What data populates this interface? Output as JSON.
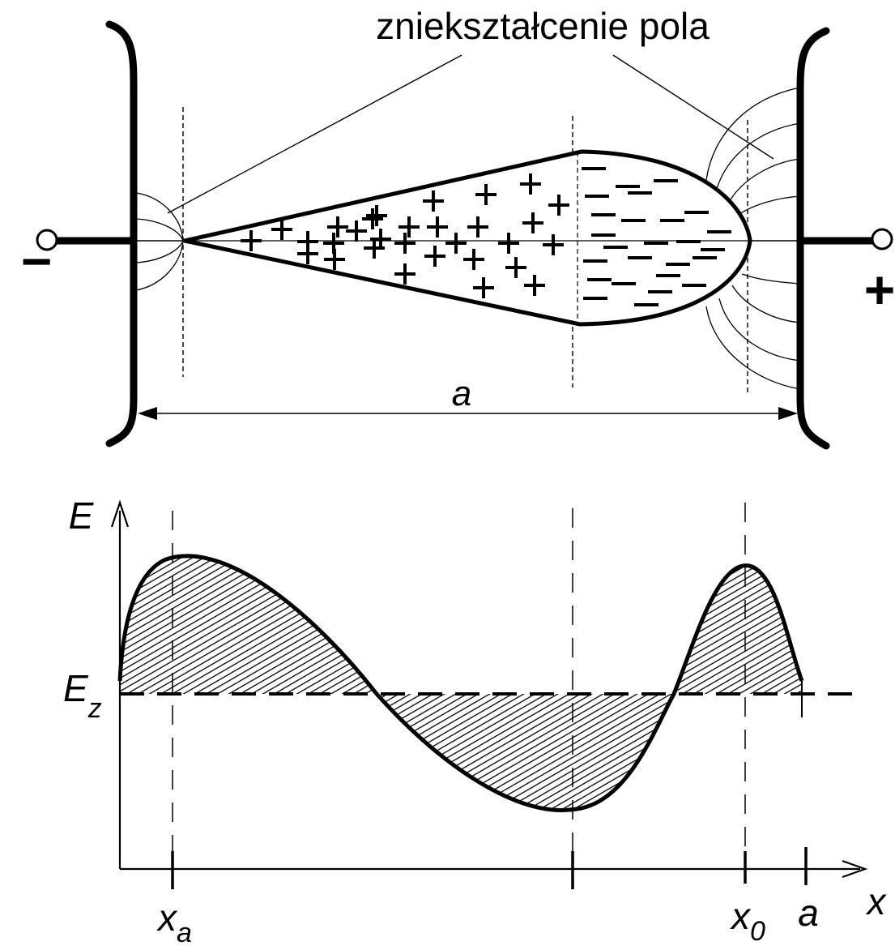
{
  "top": {
    "annotation": "zniekształcenie pola",
    "left_terminal_sign": "−",
    "right_terminal_sign": "+",
    "distance_label": "a",
    "plus_marks_count": 30,
    "minus_marks_count": 26
  },
  "bottom": {
    "y_axis_label": "E",
    "ez_label_main": "E",
    "ez_label_sub": "z",
    "x_axis_label": "x",
    "xa_main": "x",
    "xa_sub": "a",
    "x0_main": "x",
    "x0_sub": "0",
    "a_tick_label": "a"
  },
  "colors": {
    "ink": "#000000",
    "background": "#ffffff"
  }
}
